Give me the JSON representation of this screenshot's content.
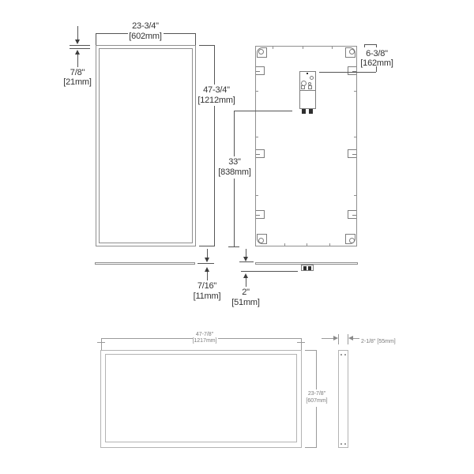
{
  "drawing": {
    "title": "flat-panel-fixture-dimension-drawing",
    "dims": {
      "front_width": {
        "in": "23-3/4\"",
        "mm": "[602mm]"
      },
      "frame_edge": {
        "in": "7/8\"",
        "mm": "[21mm]"
      },
      "front_height": {
        "in": "47-3/4\"",
        "mm": "[1212mm]"
      },
      "driver_offset": {
        "in": "6-3/8\"",
        "mm": "[162mm]"
      },
      "mount_span": {
        "in": "33\"",
        "mm": "[838mm]"
      },
      "panel_thickness": {
        "in": "7/16\"",
        "mm": "[11mm]"
      },
      "driver_depth": {
        "in": "2\"",
        "mm": "[51mm]"
      },
      "landscape_width": {
        "in": "47-7/8\"",
        "mm": "[1217mm]"
      },
      "landscape_height": {
        "in": "23-7/8\"",
        "mm": "[607mm]"
      },
      "side_profile_depth": {
        "combined": "2-1/8\" [55mm]"
      }
    },
    "colors": {
      "panel_line": "#8f8f8f",
      "dim_line": "#555555",
      "label_text": "#333333",
      "light_line": "#b3b3b3",
      "light_text": "#7a7a7a"
    }
  }
}
